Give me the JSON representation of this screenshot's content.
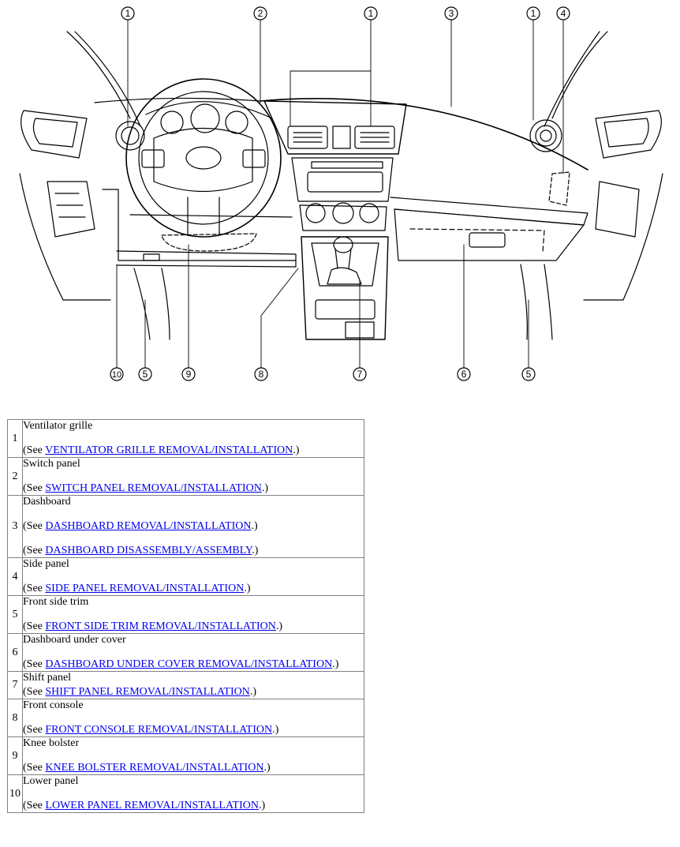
{
  "figure": {
    "callouts": [
      "1",
      "2",
      "1",
      "3",
      "1",
      "4",
      "10",
      "5",
      "9",
      "8",
      "7",
      "6",
      "5"
    ]
  },
  "parts": [
    {
      "num": "1",
      "name": "Ventilator grille",
      "refs": [
        "VENTILATOR GRILLE REMOVAL/INSTALLATION"
      ]
    },
    {
      "num": "2",
      "name": "Switch panel",
      "refs": [
        "SWITCH PANEL REMOVAL/INSTALLATION"
      ]
    },
    {
      "num": "3",
      "name": "Dashboard",
      "refs": [
        "DASHBOARD REMOVAL/INSTALLATION",
        "DASHBOARD DISASSEMBLY/ASSEMBLY"
      ]
    },
    {
      "num": "4",
      "name": "Side panel",
      "refs": [
        "SIDE PANEL REMOVAL/INSTALLATION"
      ]
    },
    {
      "num": "5",
      "name": "Front side trim",
      "refs": [
        "FRONT SIDE TRIM REMOVAL/INSTALLATION"
      ]
    },
    {
      "num": "6",
      "name": "Dashboard under cover",
      "refs": [
        "DASHBOARD UNDER COVER REMOVAL/INSTALLATION"
      ]
    },
    {
      "num": "7",
      "name": "Shift panel",
      "refs": [
        "SHIFT PANEL REMOVAL/INSTALLATION"
      ]
    },
    {
      "num": "8",
      "name": "Front console",
      "refs": [
        "FRONT CONSOLE REMOVAL/INSTALLATION"
      ]
    },
    {
      "num": "9",
      "name": "Knee bolster",
      "refs": [
        "KNEE BOLSTER REMOVAL/INSTALLATION"
      ]
    },
    {
      "num": "10",
      "name": "Lower panel",
      "refs": [
        "LOWER PANEL REMOVAL/INSTALLATION"
      ]
    }
  ],
  "text": {
    "see_prefix": "(See ",
    "see_suffix": ".)"
  }
}
